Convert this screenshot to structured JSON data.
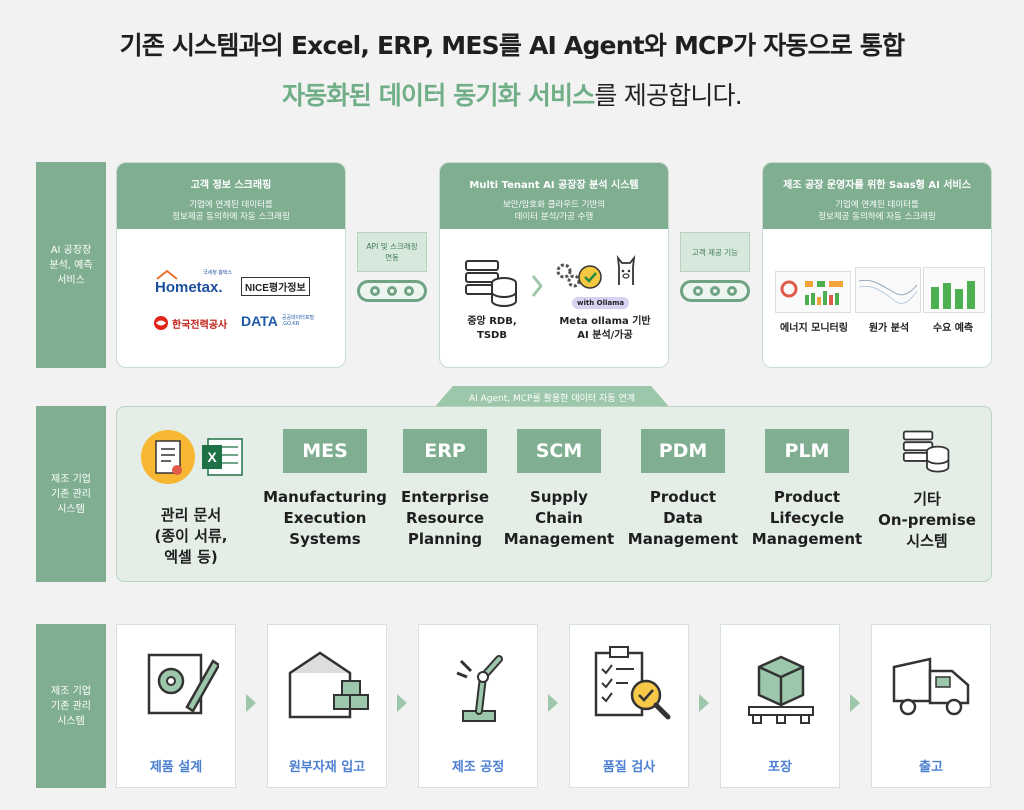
{
  "headline": {
    "line1": "기존 시스템과의 Excel, ERP, MES를 AI Agent와 MCP가 자동으로 통합",
    "line2_highlight": "자동화된 데이터 동기화 서비스",
    "line2_rest": "를 제공합니다."
  },
  "side_labels": {
    "row1": "AI 공장장\n분석, 예측\n서비스",
    "row2": "제조 기업\n기존 관리\n시스템",
    "row3": "제조 기업\n기존 관리\n시스템"
  },
  "cards": {
    "scraping": {
      "title": "고객 정보 스크래핑",
      "subtitle": "기업에 연계된 데이터를\n정보제공 동의하에 자동 스크래핑",
      "logos": [
        "Hometax.",
        "NICE평가정보",
        "한국전력공사",
        "DATA"
      ],
      "hometax_small": "국세청 홈택스",
      "data_small": "공공데이터포털\n.GO.KR"
    },
    "analysis": {
      "title": "Multi Tenant AI 공장장 분석 시스템",
      "subtitle": "보안/암호화 클라우드 기반의\n데이터 분석/가공 수행",
      "rdb_label": "중앙 RDB,\nTSDB",
      "ollama_badge": "with Ollama",
      "ollama_label": "Meta ollama 기반\nAI 분석/가공"
    },
    "saas": {
      "title": "제조 공장 운영자를 위한 Saas형 AI 서비스",
      "subtitle": "기업에 연계된 데이터를\n정보제공 동의하에 자동 스크래핑",
      "items": [
        "에너지 모니터링",
        "원가 분석",
        "수요 예측"
      ]
    }
  },
  "connectors": {
    "c1": "API 및 스크래핑\n연동",
    "c2": "고객 제공 기능"
  },
  "agent_tab": "AI Agent, MCP를 활용한 데이터 자동 연계",
  "systems": {
    "docs_label": "관리 문서\n(종이 서류,\n엑셀 등)",
    "excel_icon": "X",
    "items": [
      {
        "badge": "MES",
        "name": "Manufacturing\nExecution\nSystems"
      },
      {
        "badge": "ERP",
        "name": "Enterprise\nResource\nPlanning"
      },
      {
        "badge": "SCM",
        "name": "Supply\nChain\nManagement"
      },
      {
        "badge": "PDM",
        "name": "Product\nData\nManagement"
      },
      {
        "badge": "PLM",
        "name": "Product\nLifecycle\nManagement"
      }
    ],
    "other_label": "기타\nOn-premise\n시스템"
  },
  "process": [
    "제품 설계",
    "원부자재 입고",
    "제조 공정",
    "품질 검사",
    "포장",
    "출고"
  ],
  "colors": {
    "accent": "#7fae90",
    "highlight": "#6fae86",
    "process_text": "#4b7fd1"
  }
}
